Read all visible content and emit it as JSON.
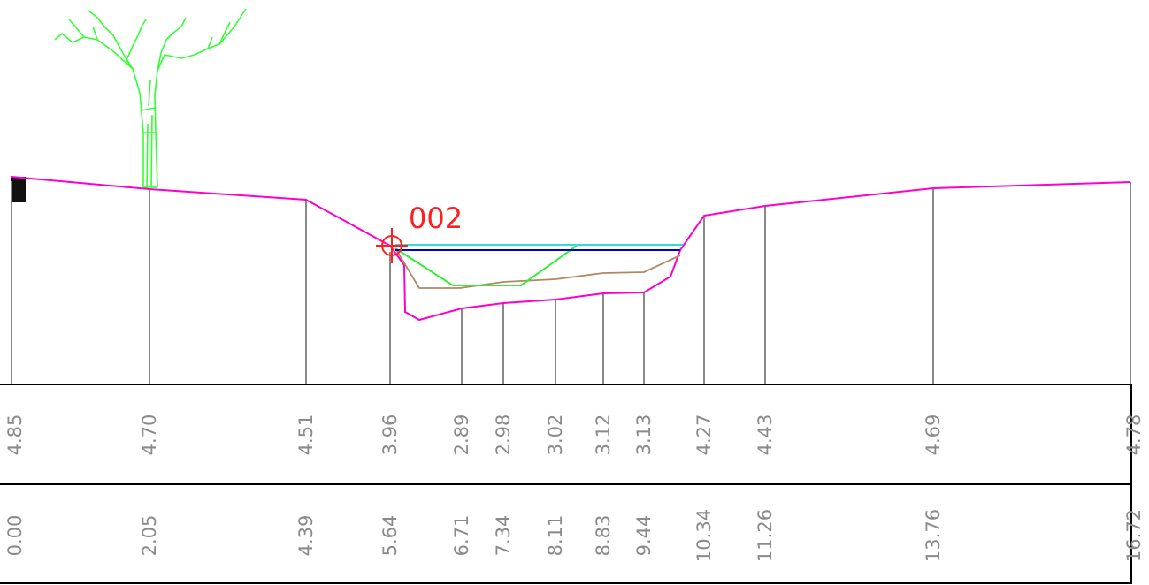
{
  "section": {
    "marker_label": "002",
    "elevations": [
      "4.85",
      "4.70",
      "4.51",
      "3.96",
      "2.89",
      "2.98",
      "3.02",
      "3.12",
      "3.13",
      "4.27",
      "4.43",
      "4.69",
      "4.78"
    ],
    "distances": [
      "0.00",
      "2.05",
      "4.39",
      "5.64",
      "6.71",
      "7.34",
      "8.11",
      "8.83",
      "9.44",
      "10.34",
      "11.26",
      "13.76",
      "16.72"
    ]
  },
  "colors": {
    "ground_profile": "#ff00cc",
    "tree": "#33ff33",
    "water_top": "#33dddd",
    "water_level": "#0000cc",
    "sediment": "#b08860",
    "design_channel": "#33ee33",
    "marker": "#ff1f1f",
    "station_lines": "#888888",
    "table_lines": "#000000",
    "label_text": "#8a8a8a"
  },
  "icons": [
    "tree-icon",
    "survey-marker-icon",
    "benchmark-block-icon"
  ]
}
